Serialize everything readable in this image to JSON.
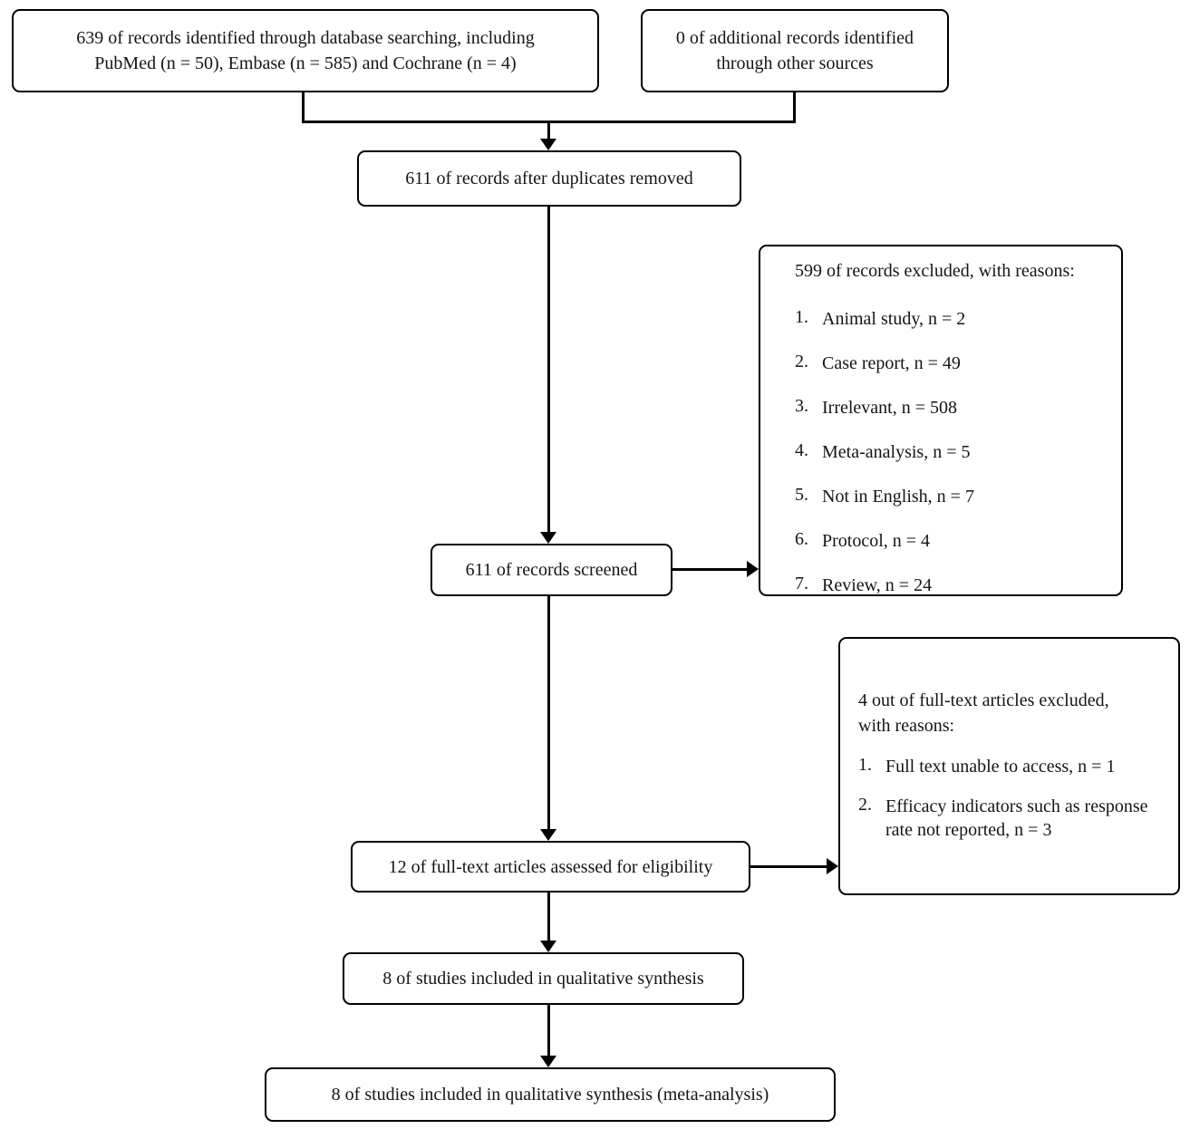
{
  "flowchart": {
    "colors": {
      "line": "#000000",
      "text": "#151515",
      "background": "#ffffff"
    },
    "boxes": {
      "identification_db": {
        "lines": [
          "639 of records identified through database searching, including",
          "PubMed (n = 50), Embase (n = 585) and Cochrane (n = 4)"
        ]
      },
      "identification_other": {
        "lines": [
          "0 of additional records identified",
          "through other sources"
        ]
      },
      "duplicates_removed": {
        "text": "611 of records after duplicates removed"
      },
      "records_excluded": {
        "title": "599 of records excluded, with reasons:",
        "items": [
          {
            "num": "1.",
            "text": "Animal study, n = 2"
          },
          {
            "num": "2.",
            "text": "Case report, n = 49"
          },
          {
            "num": "3.",
            "text": "Irrelevant, n = 508"
          },
          {
            "num": "4.",
            "text": "Meta-analysis, n = 5"
          },
          {
            "num": "5.",
            "text": "Not in English, n = 7"
          },
          {
            "num": "6.",
            "text": "Protocol, n = 4"
          },
          {
            "num": "7.",
            "text": "Review, n = 24"
          }
        ]
      },
      "records_screened": {
        "text": "611 of records screened"
      },
      "fulltext_excluded": {
        "title_lines": [
          "4 out of full-text articles excluded,",
          "with reasons:"
        ],
        "items": [
          {
            "num": "1.",
            "text": "Full text unable to access, n = 1"
          },
          {
            "num": "2.",
            "text": "Efficacy indicators such as response rate not reported, n = 3"
          }
        ]
      },
      "fulltext_assessed": {
        "text": "12 of full-text articles assessed for eligibility"
      },
      "qualitative_synthesis": {
        "text": "8 of studies included in qualitative synthesis"
      },
      "meta_analysis": {
        "text": "8 of studies included in qualitative synthesis (meta-analysis)"
      }
    }
  }
}
